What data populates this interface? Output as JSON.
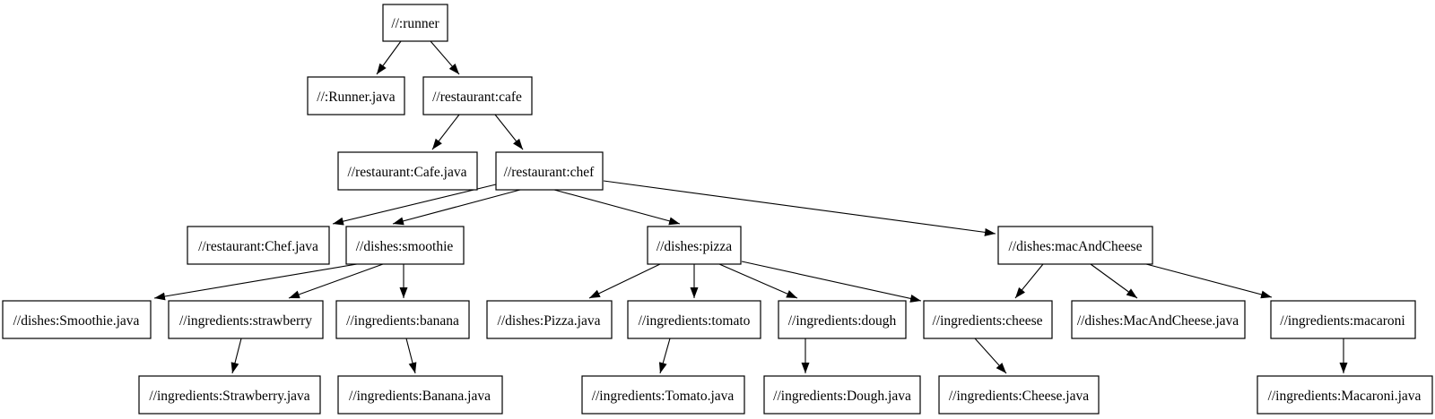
{
  "diagram": {
    "kind": "build-dependency-graph",
    "colors": {
      "background": "#ffffff",
      "node_fill": "#ffffff",
      "node_stroke": "#000000",
      "edge_stroke": "#000000",
      "text": "#000000"
    },
    "nodes": {
      "runner": {
        "label": "//:runner"
      },
      "runner_java": {
        "label": "//:Runner.java"
      },
      "cafe": {
        "label": "//restaurant:cafe"
      },
      "cafe_java": {
        "label": "//restaurant:Cafe.java"
      },
      "chef": {
        "label": "//restaurant:chef"
      },
      "chef_java": {
        "label": "//restaurant:Chef.java"
      },
      "smoothie": {
        "label": "//dishes:smoothie"
      },
      "pizza": {
        "label": "//dishes:pizza"
      },
      "mac_and_cheese": {
        "label": "//dishes:macAndCheese"
      },
      "smoothie_java": {
        "label": "//dishes:Smoothie.java"
      },
      "strawberry": {
        "label": "//ingredients:strawberry"
      },
      "banana": {
        "label": "//ingredients:banana"
      },
      "pizza_java": {
        "label": "//dishes:Pizza.java"
      },
      "tomato": {
        "label": "//ingredients:tomato"
      },
      "dough": {
        "label": "//ingredients:dough"
      },
      "cheese": {
        "label": "//ingredients:cheese"
      },
      "mac_and_cheese_java": {
        "label": "//dishes:MacAndCheese.java"
      },
      "macaroni": {
        "label": "//ingredients:macaroni"
      },
      "strawberry_java": {
        "label": "//ingredients:Strawberry.java"
      },
      "banana_java": {
        "label": "//ingredients:Banana.java"
      },
      "tomato_java": {
        "label": "//ingredients:Tomato.java"
      },
      "dough_java": {
        "label": "//ingredients:Dough.java"
      },
      "cheese_java": {
        "label": "//ingredients:Cheese.java"
      },
      "macaroni_java": {
        "label": "//ingredients:Macaroni.java"
      }
    },
    "edges": [
      {
        "from": "//:runner",
        "to": "//:Runner.java"
      },
      {
        "from": "//:runner",
        "to": "//restaurant:cafe"
      },
      {
        "from": "//restaurant:cafe",
        "to": "//restaurant:Cafe.java"
      },
      {
        "from": "//restaurant:cafe",
        "to": "//restaurant:chef"
      },
      {
        "from": "//restaurant:chef",
        "to": "//restaurant:Chef.java"
      },
      {
        "from": "//restaurant:chef",
        "to": "//dishes:smoothie"
      },
      {
        "from": "//restaurant:chef",
        "to": "//dishes:pizza"
      },
      {
        "from": "//restaurant:chef",
        "to": "//dishes:macAndCheese"
      },
      {
        "from": "//dishes:smoothie",
        "to": "//dishes:Smoothie.java"
      },
      {
        "from": "//dishes:smoothie",
        "to": "//ingredients:strawberry"
      },
      {
        "from": "//dishes:smoothie",
        "to": "//ingredients:banana"
      },
      {
        "from": "//dishes:pizza",
        "to": "//dishes:Pizza.java"
      },
      {
        "from": "//dishes:pizza",
        "to": "//ingredients:tomato"
      },
      {
        "from": "//dishes:pizza",
        "to": "//ingredients:dough"
      },
      {
        "from": "//dishes:pizza",
        "to": "//ingredients:cheese"
      },
      {
        "from": "//dishes:macAndCheese",
        "to": "//ingredients:cheese"
      },
      {
        "from": "//dishes:macAndCheese",
        "to": "//dishes:MacAndCheese.java"
      },
      {
        "from": "//dishes:macAndCheese",
        "to": "//ingredients:macaroni"
      },
      {
        "from": "//ingredients:strawberry",
        "to": "//ingredients:Strawberry.java"
      },
      {
        "from": "//ingredients:banana",
        "to": "//ingredients:Banana.java"
      },
      {
        "from": "//ingredients:tomato",
        "to": "//ingredients:Tomato.java"
      },
      {
        "from": "//ingredients:dough",
        "to": "//ingredients:Dough.java"
      },
      {
        "from": "//ingredients:cheese",
        "to": "//ingredients:Cheese.java"
      },
      {
        "from": "//ingredients:macaroni",
        "to": "//ingredients:Macaroni.java"
      }
    ]
  }
}
